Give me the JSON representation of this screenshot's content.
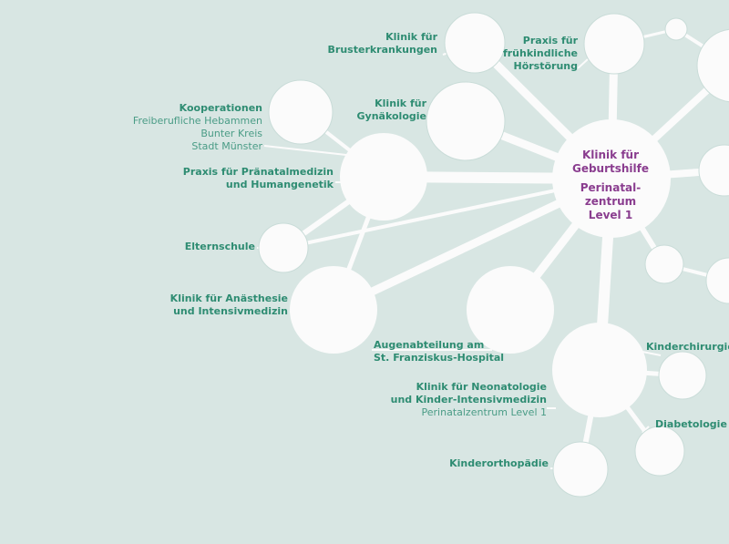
{
  "colors": {
    "background": "#d8e6e3",
    "node_fill": "#fbfbfb",
    "line": "#fbfbfb",
    "label_green": "#2e8c72",
    "hub_text": "#8a3d8f"
  },
  "hub": {
    "title": [
      "Klinik für",
      "Geburtshilfe"
    ],
    "subtitle": [
      "Perinatal-",
      "zentrum",
      "Level 1"
    ]
  },
  "labels": {
    "brust": [
      "Klinik für",
      "Brusterkrankungen"
    ],
    "praxis_hoer": [
      "Praxis für",
      "frühkindliche",
      "Hörstörung"
    ],
    "gyn": [
      "Klinik für",
      "Gynäkologie"
    ],
    "kooperationen_title": "Kooperationen",
    "kooperationen_items": [
      "Freiberufliche Hebammen",
      "Bunter Kreis",
      "Stadt Münster"
    ],
    "praenatal": [
      "Praxis für Pränatalmedizin",
      "und Humangenetik"
    ],
    "elternschule": "Elternschule",
    "anaesthesie": [
      "Klinik für Anästhesie",
      "und Intensivmedizin"
    ],
    "auge": [
      "Augenabteilung am",
      "St. Franziskus-Hospital"
    ],
    "neonat_title": [
      "Klinik für Neonatologie",
      "und Kinder-Intensivmedizin"
    ],
    "neonat_sub": "Perinatalzentrum Level 1",
    "kinderchirurgie": "Kinderchirurgie",
    "diabetologie": "Diabetologie",
    "kinderorthopaedie": "Kinderorthopädie"
  }
}
